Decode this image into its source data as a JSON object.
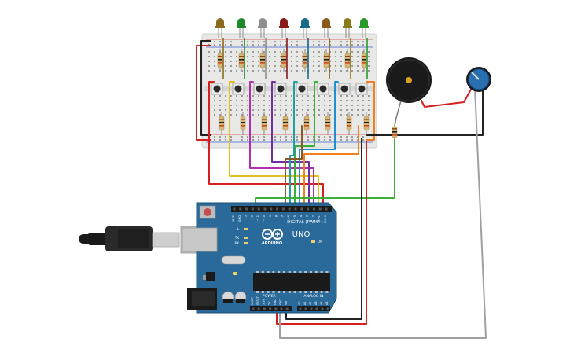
{
  "board": {
    "brand": "ARDUINO",
    "model": "UNO",
    "digital_header": "DIGITAL (PWM~)",
    "power_header": "POWER",
    "analog_header": "ANALOG IN",
    "digital_pins": [
      "AREF",
      "GND",
      "13",
      "12",
      "~11",
      "~10",
      "~9",
      "8",
      "7",
      "~6",
      "~5",
      "4",
      "~3",
      "2",
      "TX→1",
      "RX←0"
    ],
    "power_pins": [
      "IOREF",
      "RESET",
      "3.3V",
      "5V",
      "GND",
      "GND",
      "Vin"
    ],
    "analog_pins": [
      "A0",
      "A1",
      "A2",
      "A3",
      "A4",
      "A5"
    ],
    "led_labels": [
      "L",
      "TX",
      "RX"
    ],
    "on_label": "ON"
  },
  "components": {
    "leds": [
      {
        "color": "#8a6b1e"
      },
      {
        "color": "#1e8a2a"
      },
      {
        "color": "#8e8e8e"
      },
      {
        "color": "#8a1a1a"
      },
      {
        "color": "#1a6a8a"
      },
      {
        "color": "#8a5a1a"
      },
      {
        "color": "#8a7a1a"
      },
      {
        "color": "#2a9a2a"
      }
    ],
    "piezo": {
      "color": "#1a1a1a"
    },
    "potentiometer": {
      "color": "#2a6fb0"
    }
  },
  "colors": {
    "board": "#2a6a9a",
    "breadboard": "#e8e8e6",
    "wire_red": "#d42020",
    "wire_black": "#222222",
    "wire_green": "#3ab03a",
    "wire_yellow": "#e0c020",
    "wire_magenta": "#b030b0",
    "wire_purple": "#7030a0",
    "wire_orange": "#f08020",
    "wire_blue": "#2090d0",
    "wire_gray": "#a0a0a0",
    "wire_teal": "#20a0a0",
    "wire_brown": "#8a5a2a"
  }
}
